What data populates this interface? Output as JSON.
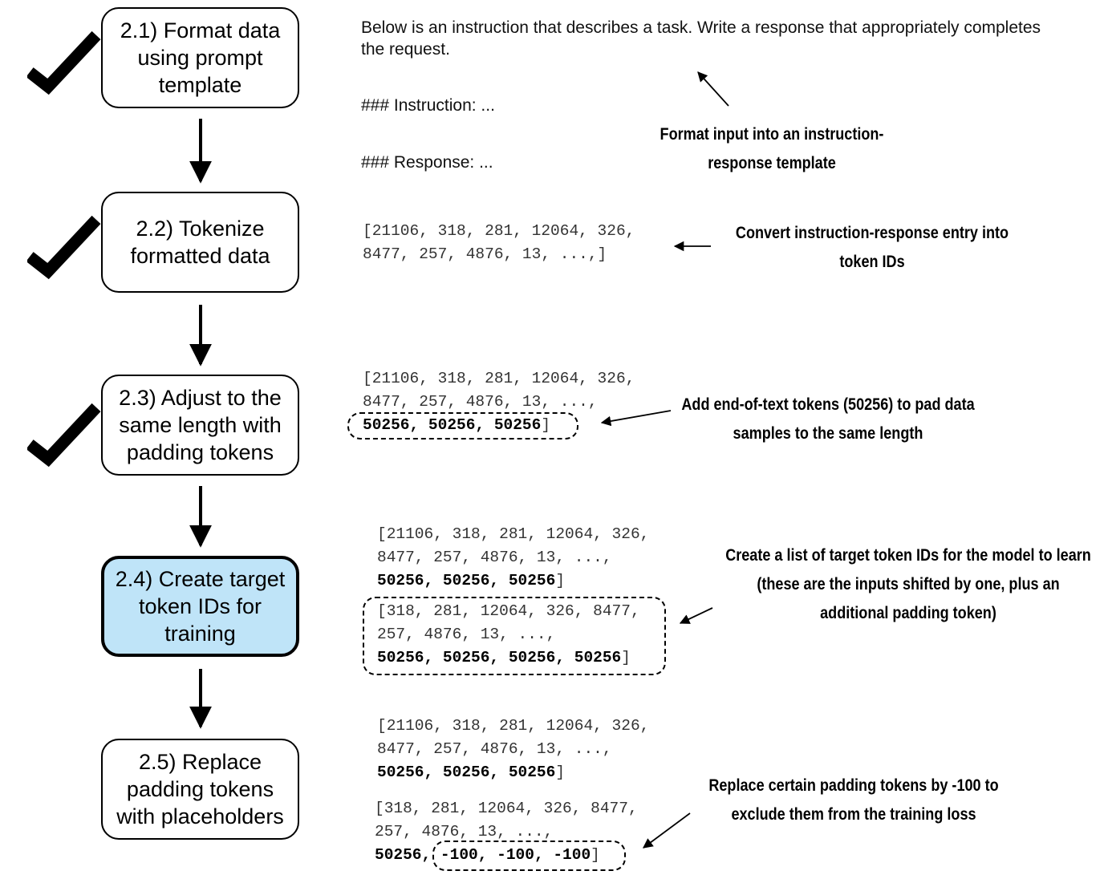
{
  "steps": [
    {
      "label": "2.1) Format data using prompt template",
      "checked": true,
      "active": false
    },
    {
      "label": "2.2) Tokenize formatted data",
      "checked": true,
      "active": false
    },
    {
      "label": "2.3) Adjust to the same length with padding tokens",
      "checked": true,
      "active": false
    },
    {
      "label": "2.4) Create target token IDs for training",
      "checked": false,
      "active": true
    },
    {
      "label": "2.5) Replace padding tokens with placeholders",
      "checked": false,
      "active": false
    }
  ],
  "template": {
    "intro": "Below is an instruction that describes a task. Write a response that appropriately completes the request.",
    "instruction": "### Instruction: ...",
    "response": "### Response: ..."
  },
  "tokens": {
    "tokenized": {
      "line1": "[21106, 318, 281, 12064, 326,",
      "line2": "8477, 257, 4876, 13, ...,]"
    },
    "padded": {
      "line1": "[21106, 318, 281, 12064, 326,",
      "line2": "8477, 257, 4876, 13, ...,",
      "pad": "50256, 50256, 50256",
      "close": "]"
    },
    "targets_input": {
      "line1": "[21106, 318, 281, 12064, 326,",
      "line2": "8477, 257, 4876, 13, ...,",
      "pad": "50256, 50256, 50256",
      "close": "]"
    },
    "targets_output": {
      "line1": "[318, 281, 12064, 326, 8477,",
      "line2": "257, 4876, 13, ...,",
      "pad": "50256, 50256, 50256, 50256",
      "close": "]"
    },
    "replace_input": {
      "line1": "[21106, 318, 281, 12064, 326,",
      "line2": "8477, 257, 4876, 13, ...,",
      "pad": "50256, 50256, 50256",
      "close": "]"
    },
    "replace_output": {
      "line1": "[318, 281, 12064, 326, 8477,",
      "line2": "257, 4876, 13, ...,",
      "keep": "50256,",
      "masked": "-100, -100, -100",
      "close": "]"
    }
  },
  "notes": {
    "format": "Format input into an instruction-response template",
    "tokenize": "Convert instruction-response entry into token IDs",
    "pad": "Add end-of-text tokens (50256) to pad data samples to the same length",
    "targets": "Create a list of target token IDs for the model to learn (these are the inputs shifted by one, plus an additional padding token)",
    "replace": "Replace certain padding tokens by -100 to exclude them from the training loss"
  },
  "colors": {
    "active_fill": "#bfe4f8",
    "stroke": "#000000"
  }
}
